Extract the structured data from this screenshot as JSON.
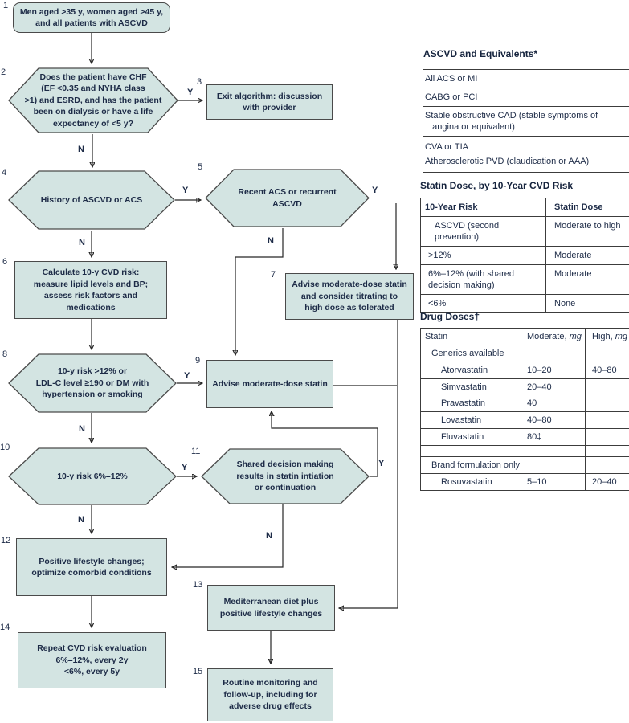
{
  "colors": {
    "node_fill": "#d3e4e2",
    "node_border": "#4a4a4a",
    "text": "#1d2b47",
    "line": "#262626"
  },
  "flowchart": {
    "yes": "Y",
    "no": "N",
    "nodes": {
      "n1": {
        "num": "1",
        "text": "Men aged >35 y, women aged >45 y,\nand all patients with ASCVD"
      },
      "n2": {
        "num": "2",
        "text": "Does the patient have CHF\n(EF <0.35 and NYHA class\n>1) and ESRD, and has the patient\nbeen on dialysis or have a life\nexpectancy of <5 y?"
      },
      "n3": {
        "num": "3",
        "text": "Exit algorithm: discussion\nwith provider"
      },
      "n4": {
        "num": "4",
        "text": "History of ASCVD or ACS"
      },
      "n5": {
        "num": "5",
        "text": "Recent ACS or recurrent\nASCVD"
      },
      "n6": {
        "num": "6",
        "text": "Calculate 10-y CVD risk:\nmeasure lipid levels and BP;\nassess risk factors and\nmedications"
      },
      "n7": {
        "num": "7",
        "text": "Advise moderate-dose statin\nand consider titrating to\nhigh dose as tolerated"
      },
      "n8": {
        "num": "8",
        "text": "10-y risk >12% or\nLDL-C level ≥190 or DM with\nhypertension or smoking"
      },
      "n9": {
        "num": "9",
        "text": "Advise moderate-dose statin"
      },
      "n10": {
        "num": "10",
        "text": "10-y risk 6%–12%"
      },
      "n11": {
        "num": "11",
        "text": "Shared decision making\nresults in statin intiation\nor continuation"
      },
      "n12": {
        "num": "12",
        "text": "Positive lifestyle changes;\noptimize comorbid conditions"
      },
      "n13": {
        "num": "13",
        "text": "Mediterranean diet plus\npositive lifestyle changes"
      },
      "n14": {
        "num": "14",
        "text": "Repeat CVD risk evaluation\n6%–12%, every 2y\n<6%, every 5y"
      },
      "n15": {
        "num": "15",
        "text": "Routine monitoring and\nfollow-up, including for\nadverse drug effects"
      }
    }
  },
  "ascvd_table": {
    "title": "ASCVD and Equivalents*",
    "rows": [
      "All ACS or MI",
      "CABG or PCI",
      "Stable obstructive CAD (stable symptoms of\n   angina or equivalent)",
      "CVA or TIA",
      "Atherosclerotic PVD (claudication or AAA)"
    ]
  },
  "statin_dose_table": {
    "title": "Statin Dose, by 10-Year CVD Risk",
    "headers": {
      "risk": "10-Year Risk",
      "dose": "Statin Dose"
    },
    "rows": [
      {
        "risk": "ASCVD (second prevention)",
        "dose": "Moderate to high"
      },
      {
        "risk": ">12%",
        "dose": "Moderate"
      },
      {
        "risk": "6%–12% (with shared\ndecision making)",
        "dose": "Moderate"
      },
      {
        "risk": "<6%",
        "dose": "None"
      }
    ]
  },
  "drug_dose_table": {
    "title": "Drug Doses†",
    "header": {
      "col1": "Statin",
      "col2": "Moderate,",
      "col3": "High,",
      "unit": "mg"
    },
    "group_generics": "Generics available",
    "group_brand": "Brand formulation only",
    "drugs": {
      "atorvastatin": {
        "name": "Atorvastatin",
        "moderate": "10–20",
        "high": "40–80"
      },
      "simvastatin": {
        "name": "Simvastatin",
        "moderate": "20–40",
        "high": ""
      },
      "pravastatin": {
        "name": "Pravastatin",
        "moderate": "40",
        "high": ""
      },
      "lovastatin": {
        "name": "Lovastatin",
        "moderate": "40–80",
        "high": ""
      },
      "fluvastatin": {
        "name": "Fluvastatin",
        "moderate": "80‡",
        "high": ""
      },
      "rosuvastatin": {
        "name": "Rosuvastatin",
        "moderate": "5–10",
        "high": "20–40"
      }
    }
  }
}
